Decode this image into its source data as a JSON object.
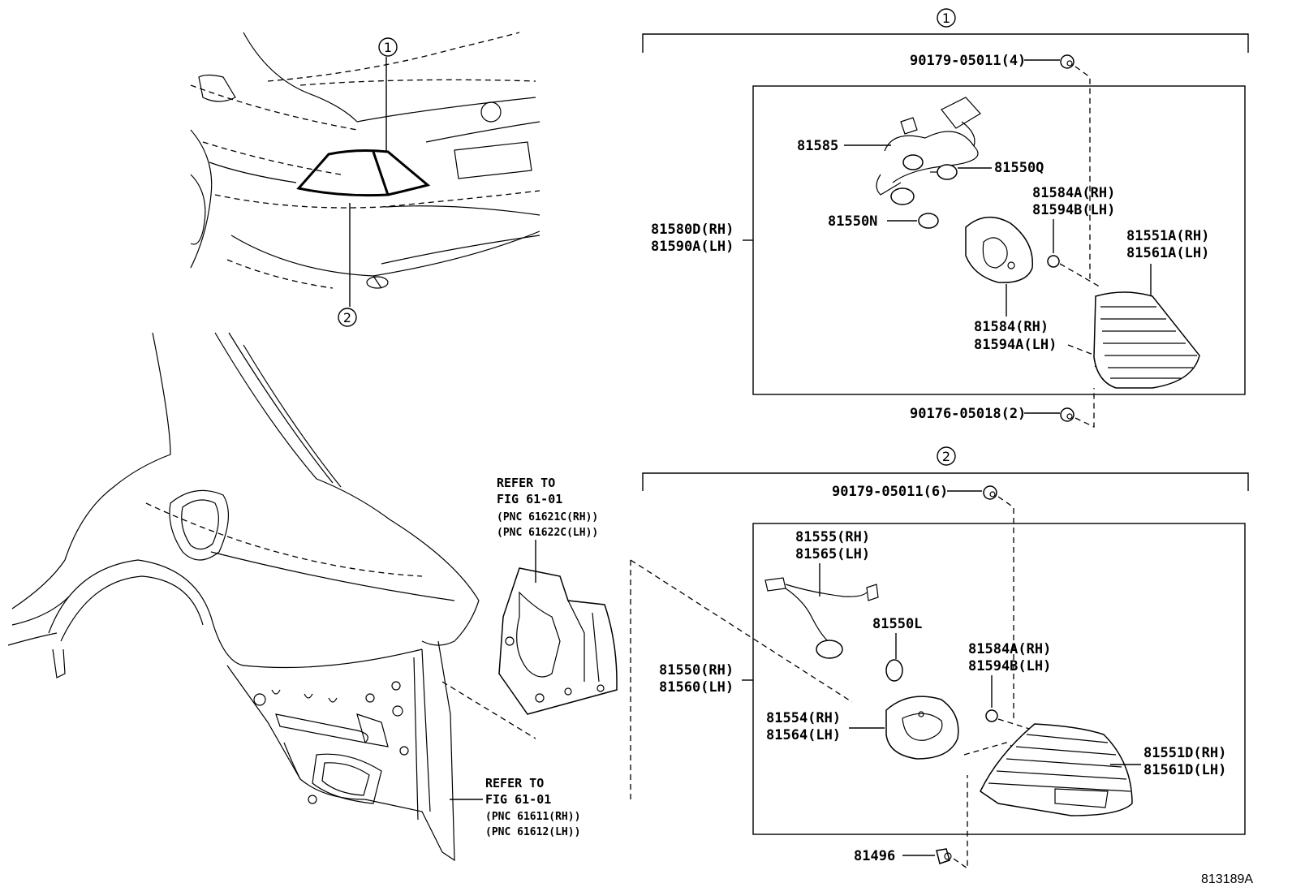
{
  "diagram_id": "813189A",
  "callouts": {
    "c1": "1",
    "c2": "2"
  },
  "section1": {
    "fastener_top": "90179-05011(4)",
    "harness": "81585",
    "bulb_q": "81550Q",
    "bulb_n": "81550N",
    "assembly_rh": "81580D(RH)",
    "assembly_lh": "81590A(LH)",
    "plug_rh": "81584A(RH)",
    "plug_lh": "81594B(LH)",
    "lens_rh": "81551A(RH)",
    "lens_lh": "81561A(LH)",
    "gasket_rh": "81584(RH)",
    "gasket_lh": "81594A(LH)",
    "fastener_bottom": "90176-05018(2)"
  },
  "section2": {
    "fastener_top": "90179-05011(6)",
    "harness_rh": "81555(RH)",
    "harness_lh": "81565(LH)",
    "bulb_l": "81550L",
    "assembly_rh": "81550(RH)",
    "assembly_lh": "81560(LH)",
    "gasket_rh": "81554(RH)",
    "gasket_lh": "81564(LH)",
    "plug_rh": "81584A(RH)",
    "plug_lh": "81594B(LH)",
    "lens_rh": "81551D(RH)",
    "lens_lh": "81561D(LH)",
    "clip": "81496"
  },
  "refer_top": {
    "line1": "REFER TO",
    "line2": "FIG 61-01",
    "line3": "(PNC 61621C(RH))",
    "line4": "(PNC 61622C(LH))"
  },
  "refer_bottom": {
    "line1": "REFER TO",
    "line2": "FIG 61-01",
    "line3": "(PNC 61611(RH))",
    "line4": "(PNC 61612(LH))"
  }
}
